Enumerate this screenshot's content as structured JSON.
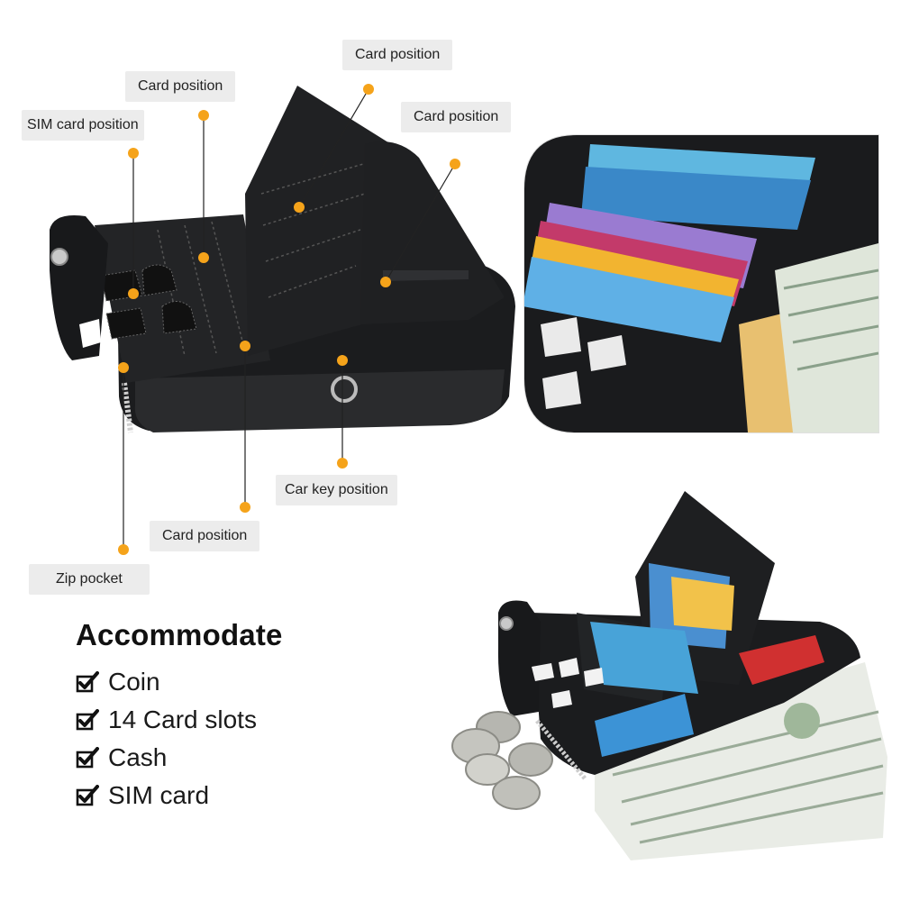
{
  "colors": {
    "accent": "#f5a31a",
    "leather": "#1b1c1e",
    "label_bg": "#ececec",
    "text": "#111111"
  },
  "callouts": [
    {
      "id": "card-top",
      "label": "Card position"
    },
    {
      "id": "card-upper-left",
      "label": "Card position"
    },
    {
      "id": "card-right",
      "label": "Card position"
    },
    {
      "id": "sim-card",
      "label": "SIM card position"
    },
    {
      "id": "car-key",
      "label": "Car key position"
    },
    {
      "id": "card-bottom",
      "label": "Card position"
    },
    {
      "id": "zip-pocket",
      "label": "Zip pocket"
    }
  ],
  "features": {
    "title": "Accommodate",
    "check_icon": "checkbox-check-icon",
    "items": [
      "Coin",
      "14 Card slots",
      "Cash",
      "SIM card"
    ]
  },
  "photos": {
    "upper_right": "wallet-closeup-photo",
    "lower_right": "wallet-with-cash-and-coins-photo",
    "main": "open-wallet-diagram-photo"
  }
}
